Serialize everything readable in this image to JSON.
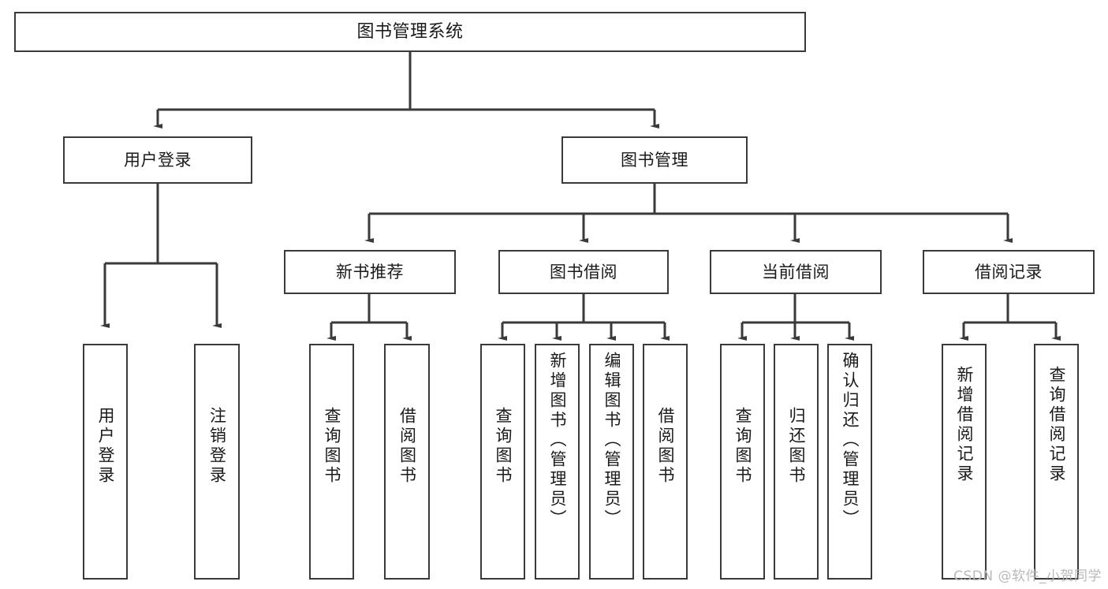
{
  "diagram": {
    "type": "tree",
    "title": "图书管理系统",
    "watermark": "CSDN @软件_小贺同学",
    "colors": {
      "border": "#3a3a3a",
      "background": "#ffffff",
      "text": "#1a1a1a",
      "watermark": "#b9b9b9"
    },
    "nodes": {
      "root": {
        "label": "图书管理系统"
      },
      "level2": [
        {
          "label": "用户登录"
        },
        {
          "label": "图书管理"
        }
      ],
      "level3": [
        {
          "label": "新书推荐"
        },
        {
          "label": "图书借阅"
        },
        {
          "label": "当前借阅"
        },
        {
          "label": "借阅记录"
        }
      ],
      "leaves": {
        "user_login": [
          {
            "label": "用户登录"
          },
          {
            "label": "注销登录"
          }
        ],
        "new_book": [
          {
            "label": "查询图书"
          },
          {
            "label": "借阅图书"
          }
        ],
        "book_borrow": [
          {
            "label": "查询图书"
          },
          {
            "label": "新增图书（管理员）"
          },
          {
            "label": "编辑图书（管理员）"
          },
          {
            "label": "借阅图书"
          }
        ],
        "current_borrow": [
          {
            "label": "查询图书"
          },
          {
            "label": "归还图书"
          },
          {
            "label": "确认归还（管理员）"
          }
        ],
        "borrow_record": [
          {
            "label": "新增借阅记录"
          },
          {
            "label": "查询借阅记录"
          }
        ]
      }
    }
  }
}
